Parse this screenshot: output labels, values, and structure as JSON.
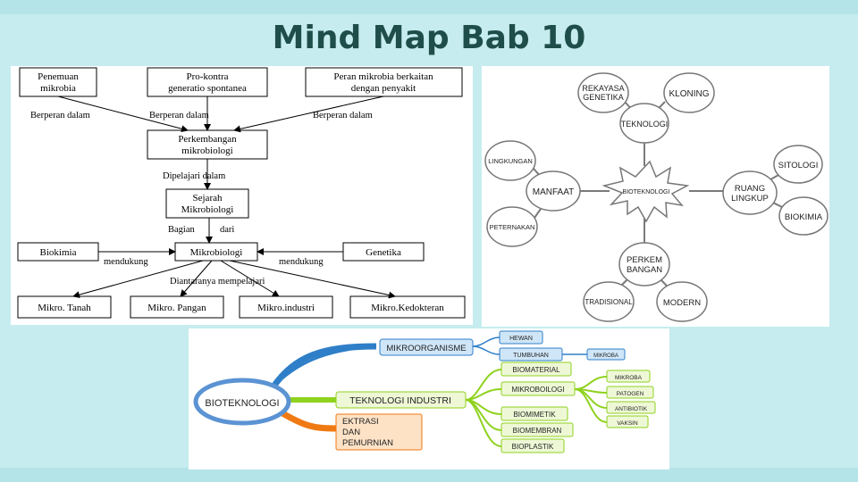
{
  "title": "Mind Map Bab 10",
  "flowchart": {
    "penemuan": [
      "Penemuan",
      "mikrobia"
    ],
    "prokontra": [
      "Pro-kontra",
      "generatio spontanea"
    ],
    "peran": [
      "Peran mikrobia berkaitan",
      "dengan penyakit"
    ],
    "berperan1": "Berperan dalam",
    "berperan2": "Berperan dalam",
    "berperan3": "Berperan dalam",
    "perkembangan": [
      "Perkembangan",
      "mikrobiologi"
    ],
    "dipelajari": "Dipelajari dalam",
    "sejarah": [
      "Sejarah",
      "Mikrobiologi"
    ],
    "bagian": "Bagian",
    "dari": "dari",
    "biokimia": "Biokimia",
    "mikrobiologi": "Mikrobiologi",
    "genetika": "Genetika",
    "mendukung1": "mendukung",
    "mendukung2": "mendukung",
    "diantaranya": "Diantaranya mempelajari",
    "tanah": "Mikro. Tanah",
    "pangan": "Mikro. Pangan",
    "industri": "Mikro.industri",
    "kedokteran": "Mikro.Kedokteran"
  },
  "bubble": {
    "center": "BIOTEKNOLOGI",
    "teknologi": "TEKNOLOGI",
    "rekayasa": [
      "REKAYASA",
      "GENETIKA"
    ],
    "kloning": "KLONING",
    "manfaat": "MANFAAT",
    "lingkungan": "LINGKUNGAN",
    "peternakan": "PETERNAKAN",
    "ruang": [
      "RUANG",
      "LINGKUP"
    ],
    "sitologi": "SITOLOGI",
    "biokimia": "BIOKIMIA",
    "perkembangan": [
      "PERKEM",
      "BANGAN"
    ],
    "tradisional": "TRADISIONAL",
    "modern": "MODERN"
  },
  "mindmap": {
    "root": "BIOTEKNOLOGI",
    "mikroorganisme": "MIKROORGANISME",
    "hewan": "HEWAN",
    "tumbuhan": "TUMBUHAN",
    "mikroba_top": "MIKROBA",
    "teknologi_industri": "TEKNOLOGI INDUSTRI",
    "biomaterial": "BIOMATERIAL",
    "mikroboilogi": "MIKROBOILOGI",
    "mikroba": "MIKROBA",
    "patogen": "PATOGEN",
    "antibiotik": "ANTIBIOTIK",
    "vaksin": "VAKSIN",
    "biomimetik": "BIOMIMETIK",
    "biomembran": "BIOMEMBRAN",
    "bioplastik": "BIOPLASTIK",
    "ekstrasi": [
      "EKTRASI",
      "DAN",
      "PEMURNIAN"
    ],
    "colors": {
      "blue": "#2f7fc8",
      "green": "#8fd21e",
      "orange": "#f07a12"
    }
  }
}
